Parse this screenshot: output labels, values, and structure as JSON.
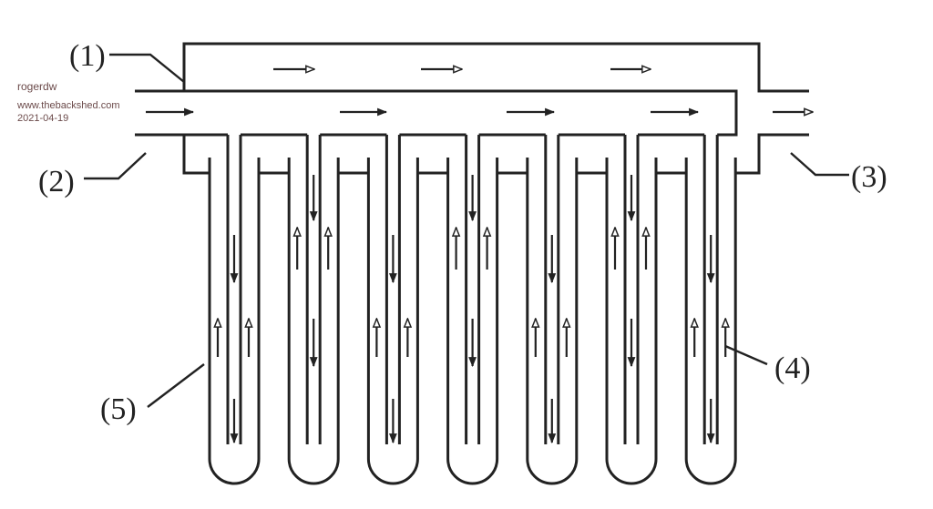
{
  "watermark": {
    "author": "rogerdw",
    "site": "www.thebackshed.com",
    "date": "2021-04-19"
  },
  "labels": {
    "l1": "(1)",
    "l2": "(2)",
    "l3": "(3)",
    "l4": "(4)",
    "l5": "(5)"
  },
  "diagram": {
    "tube_count": 7,
    "line_color": "#222222"
  }
}
